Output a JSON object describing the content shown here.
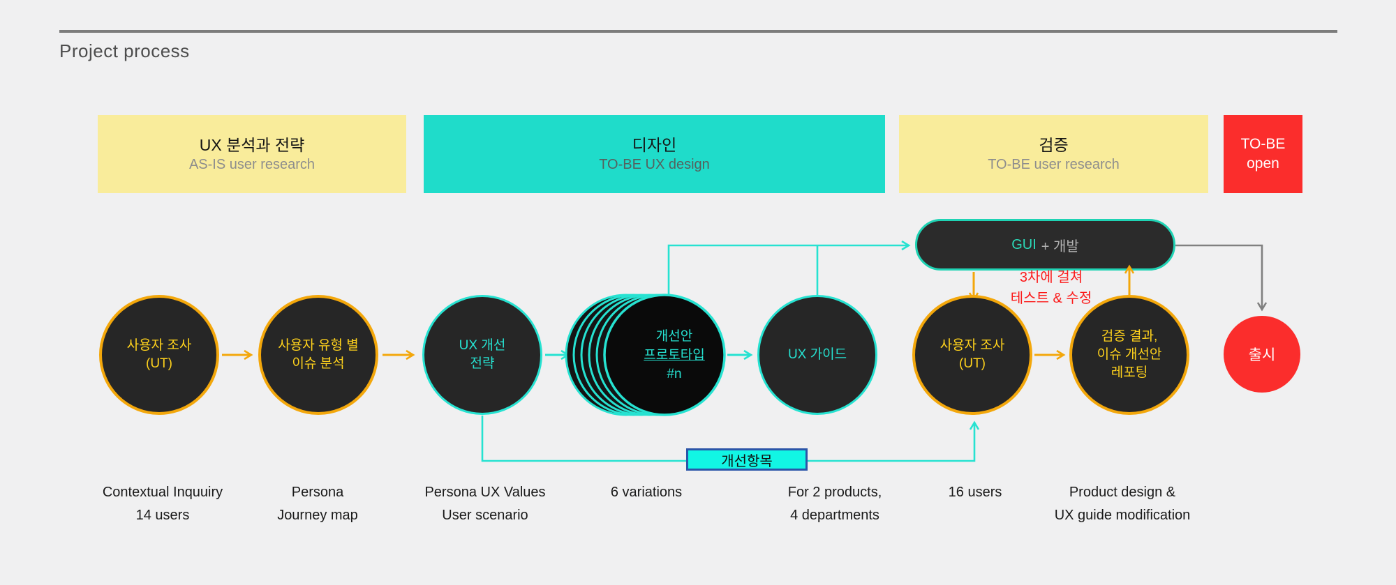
{
  "header": {
    "title": "Project process"
  },
  "phases": [
    {
      "title": "UX 분석과 전략",
      "subtitle": "AS-IS user research",
      "bg": "#f9ec9b"
    },
    {
      "title": "디자인",
      "subtitle": "TO-BE UX design",
      "bg": "#1fdcca"
    },
    {
      "title": "검증",
      "subtitle": "TO-BE user research",
      "bg": "#f9ec9b"
    },
    {
      "title": "TO-BE\nopen",
      "subtitle": "",
      "bg": "#fb2d2c"
    }
  ],
  "nodes": {
    "user_research_1": {
      "label": "사용자 조사\n(UT)",
      "style": "orange"
    },
    "issue_analysis": {
      "label": "사용자 유형 별\n이슈 분석",
      "style": "orange"
    },
    "ux_strategy": {
      "label": "UX 개선\n전략",
      "style": "cyan"
    },
    "prototype": {
      "lines": [
        "개선안",
        "프로토타입",
        "#n"
      ],
      "style": "cyan-stack"
    },
    "ux_guide": {
      "label": "UX 가이드",
      "style": "cyan"
    },
    "user_research_2": {
      "label": "사용자 조사\n(UT)",
      "style": "orange"
    },
    "verification_report": {
      "label": "검증 결과,\n이슈 개선안\n레포팅",
      "style": "orange"
    },
    "launch": {
      "label": "출시",
      "style": "red"
    }
  },
  "gui_box": {
    "accent": "GUI",
    "rest": "+ 개발"
  },
  "annotations": {
    "test_note": "3차에 걸쳐\n테스트 & 수정",
    "improvement_tag": "개선항목"
  },
  "captions": [
    {
      "text": "Contextual Inquuiry\n14 users"
    },
    {
      "text": "Persona\nJourney map"
    },
    {
      "text": "Persona UX Values\nUser scenario"
    },
    {
      "text": "6 variations"
    },
    {
      "text": "For 2 products,\n4 departments"
    },
    {
      "text": "16 users"
    },
    {
      "text": "Product design &\nUX guide modification"
    }
  ],
  "colors": {
    "background": "#f0f0f1",
    "phase_yellow": "#f9ec9b",
    "phase_teal": "#1fdcca",
    "phase_red": "#fb2d2c",
    "node_fill": "#262626",
    "node_border_orange": "#f3a70b",
    "node_text_yellow": "#ffd21c",
    "cyan": "#26e2d1",
    "gui_border": "#1fd3b4",
    "gray_wire": "#808080",
    "red_annotation": "#fb1a1a",
    "tag_fill": "#12f6e4",
    "tag_border": "#2b55a8"
  }
}
